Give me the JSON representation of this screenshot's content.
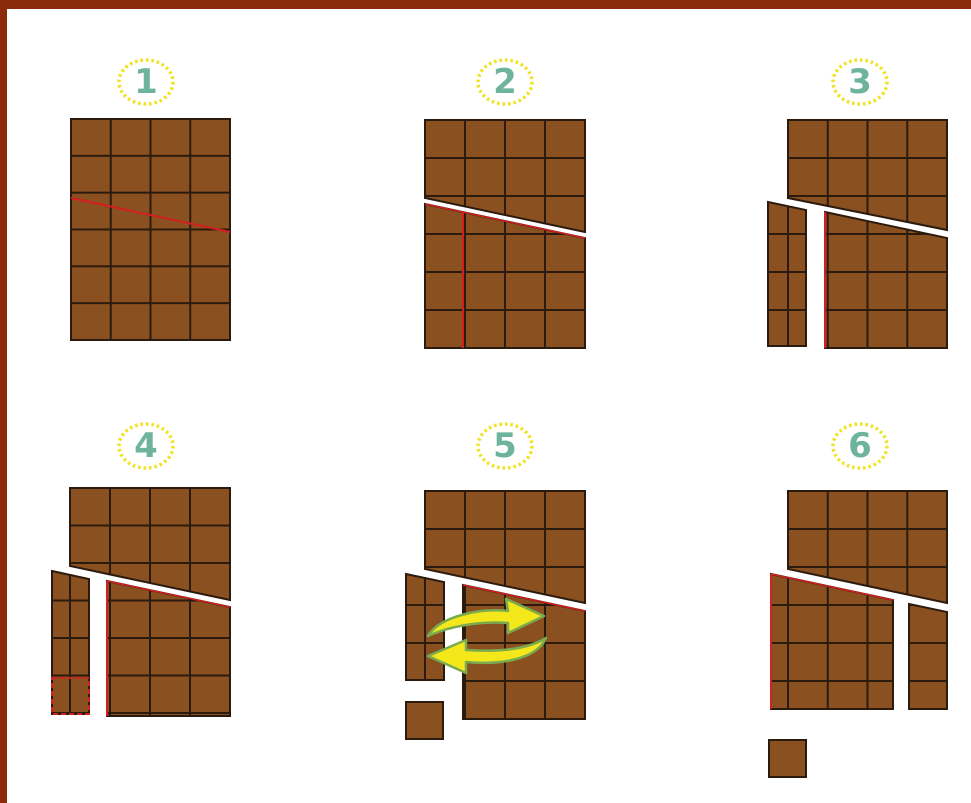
{
  "steps": [
    {
      "label": "1"
    },
    {
      "label": "2"
    },
    {
      "label": "3"
    },
    {
      "label": "4"
    },
    {
      "label": "5"
    },
    {
      "label": "6"
    }
  ],
  "colors": {
    "frame": "#8b2b0c",
    "background": "#ffffff",
    "chocolate": "#8a5020",
    "grid_line": "#2b1a0e",
    "cut_line": "#d21f1f",
    "badge_ring": "#f2e21c",
    "badge_text": "#6db49b",
    "arrow_fill": "#f4e81a",
    "arrow_edge": "#7bab4f"
  },
  "icons": {
    "swap_arrows": "swap-arrows-icon"
  }
}
